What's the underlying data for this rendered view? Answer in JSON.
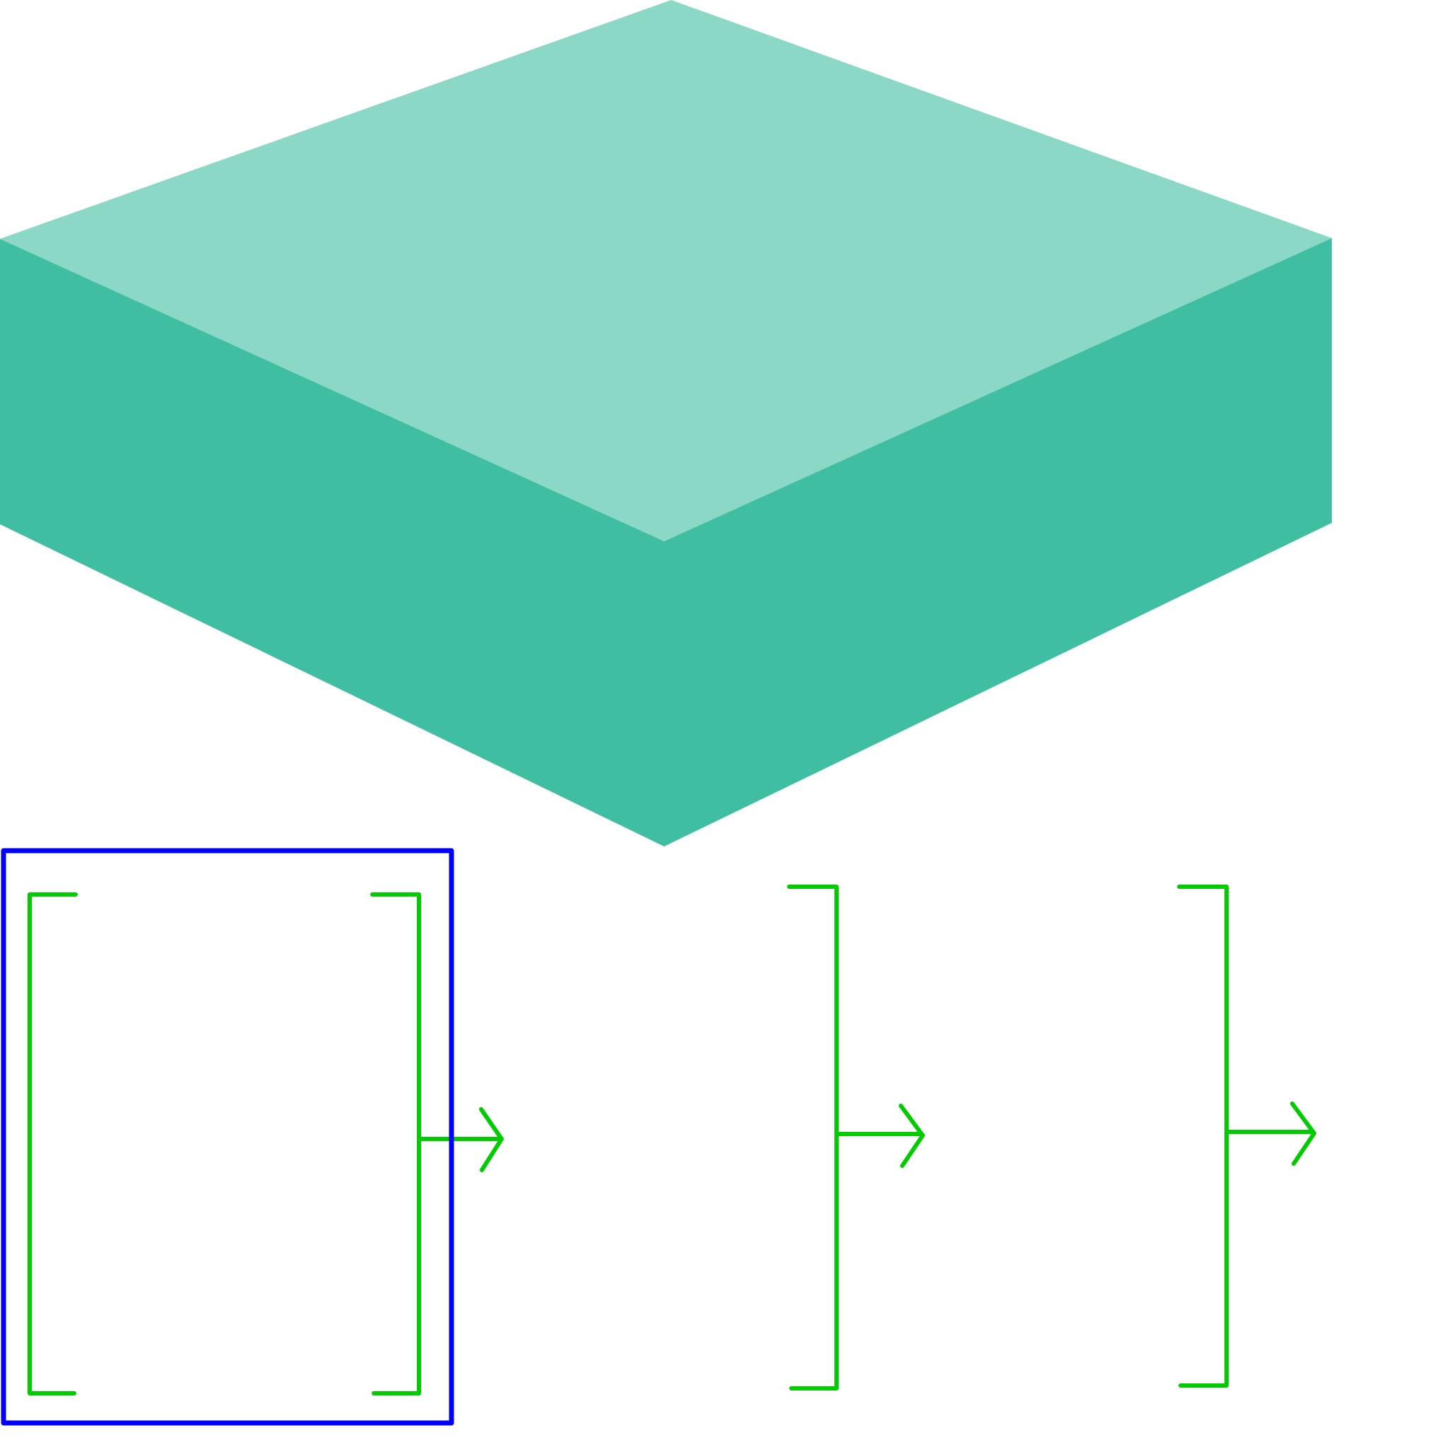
{
  "colors": {
    "background": "#ffffff",
    "slab_top": "#8bd8c7",
    "slab_sides": "#3fbea2",
    "bracket": "#00cc00",
    "selection_box": "#0000ff"
  },
  "diagram": {
    "shapes": [
      {
        "id": "isometric-slab",
        "kind": "isometric-box"
      },
      {
        "id": "bracket-pair-selected",
        "kind": "bracket-pair-with-arrow",
        "selected": true
      },
      {
        "id": "bracket-right-1",
        "kind": "right-bracket-with-arrow",
        "selected": false
      },
      {
        "id": "bracket-right-2",
        "kind": "right-bracket-with-arrow",
        "selected": false
      }
    ]
  }
}
